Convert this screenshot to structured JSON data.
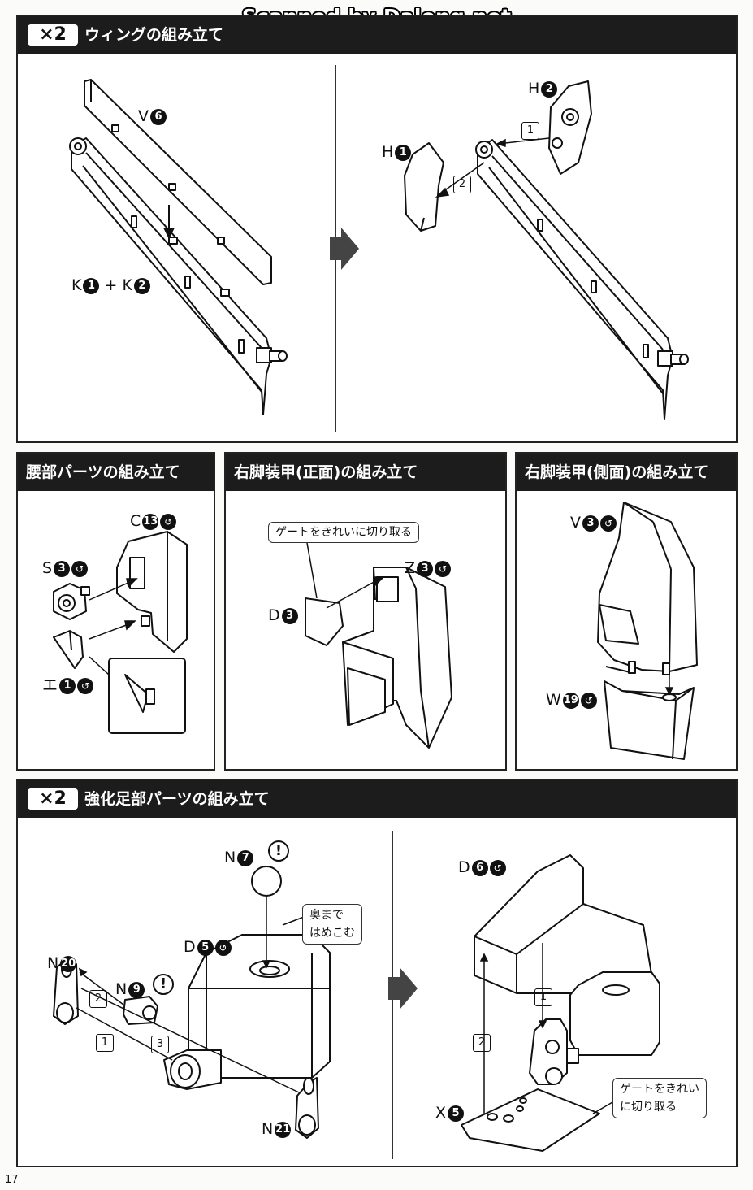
{
  "watermark": "Scanned by Dalong.net",
  "page_number": "17",
  "sections": {
    "wing": {
      "multiplier": "×2",
      "title": "ウィングの組み立て"
    },
    "waist": {
      "title": "腰部パーツの組み立て"
    },
    "leg_front": {
      "title": "右脚装甲(正面)の組み立て"
    },
    "leg_side": {
      "title": "右脚装甲(側面)の組み立て"
    },
    "foot": {
      "multiplier": "×2",
      "title": "強化足部パーツの組み立て"
    }
  },
  "parts": {
    "v6": {
      "letter": "V",
      "num": "6"
    },
    "k1": {
      "letter": "K",
      "num": "1"
    },
    "plus": "+",
    "k2": {
      "letter": "K",
      "num": "2"
    },
    "h1": {
      "letter": "H",
      "num": "1"
    },
    "h2": {
      "letter": "H",
      "num": "2"
    },
    "c13": {
      "letter": "C",
      "num": "13"
    },
    "s3": {
      "letter": "S",
      "num": "3"
    },
    "e1": {
      "letter": "エ",
      "num": "1"
    },
    "z3": {
      "letter": "Z",
      "num": "3"
    },
    "d3": {
      "letter": "D",
      "num": "3"
    },
    "v3": {
      "letter": "V",
      "num": "3"
    },
    "w19": {
      "letter": "W",
      "num": "19"
    },
    "n7": {
      "letter": "N",
      "num": "7"
    },
    "d5": {
      "letter": "D",
      "num": "5"
    },
    "n20": {
      "letter": "N",
      "num": "20"
    },
    "n9": {
      "letter": "N",
      "num": "9"
    },
    "n21": {
      "letter": "N",
      "num": "21"
    },
    "d6": {
      "letter": "D",
      "num": "6"
    },
    "x5": {
      "letter": "X",
      "num": "5"
    }
  },
  "steps": {
    "s1": "1",
    "s2": "2",
    "s3": "3"
  },
  "callouts": {
    "gate_clean": "ゲートをきれいに切り取る",
    "push_in_line1": "奥まで",
    "push_in_line2": "はめこむ",
    "gate_clean_line1": "ゲートをきれい",
    "gate_clean_line2": "に切り取る"
  },
  "icons": {
    "attention": "!",
    "gate_cut": "gate-cut-icon"
  }
}
